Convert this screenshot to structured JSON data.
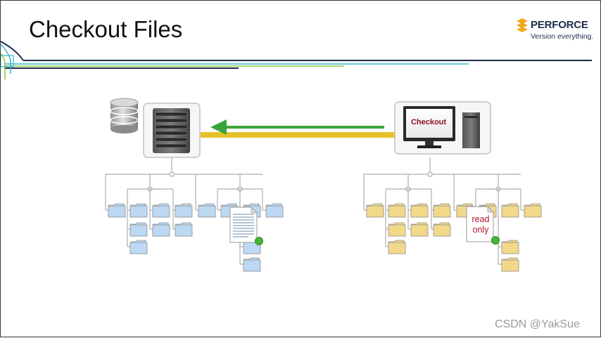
{
  "slide": {
    "title": "Checkout Files",
    "logo": {
      "name": "PERFORCE",
      "tagline": "Version everything."
    },
    "watermark": "CSDN @YakSue"
  },
  "client": {
    "screen_label": "Checkout"
  },
  "local_file": {
    "label_line1": "read",
    "label_line2": "only"
  },
  "colors": {
    "arrow_green": "#3aa53a",
    "arrow_yellow": "#e6c12a",
    "folder_server": "#bcd8f3",
    "folder_client": "#f2d98a",
    "status_dot": "#44b534",
    "tree_line": "#b8b8b8"
  }
}
